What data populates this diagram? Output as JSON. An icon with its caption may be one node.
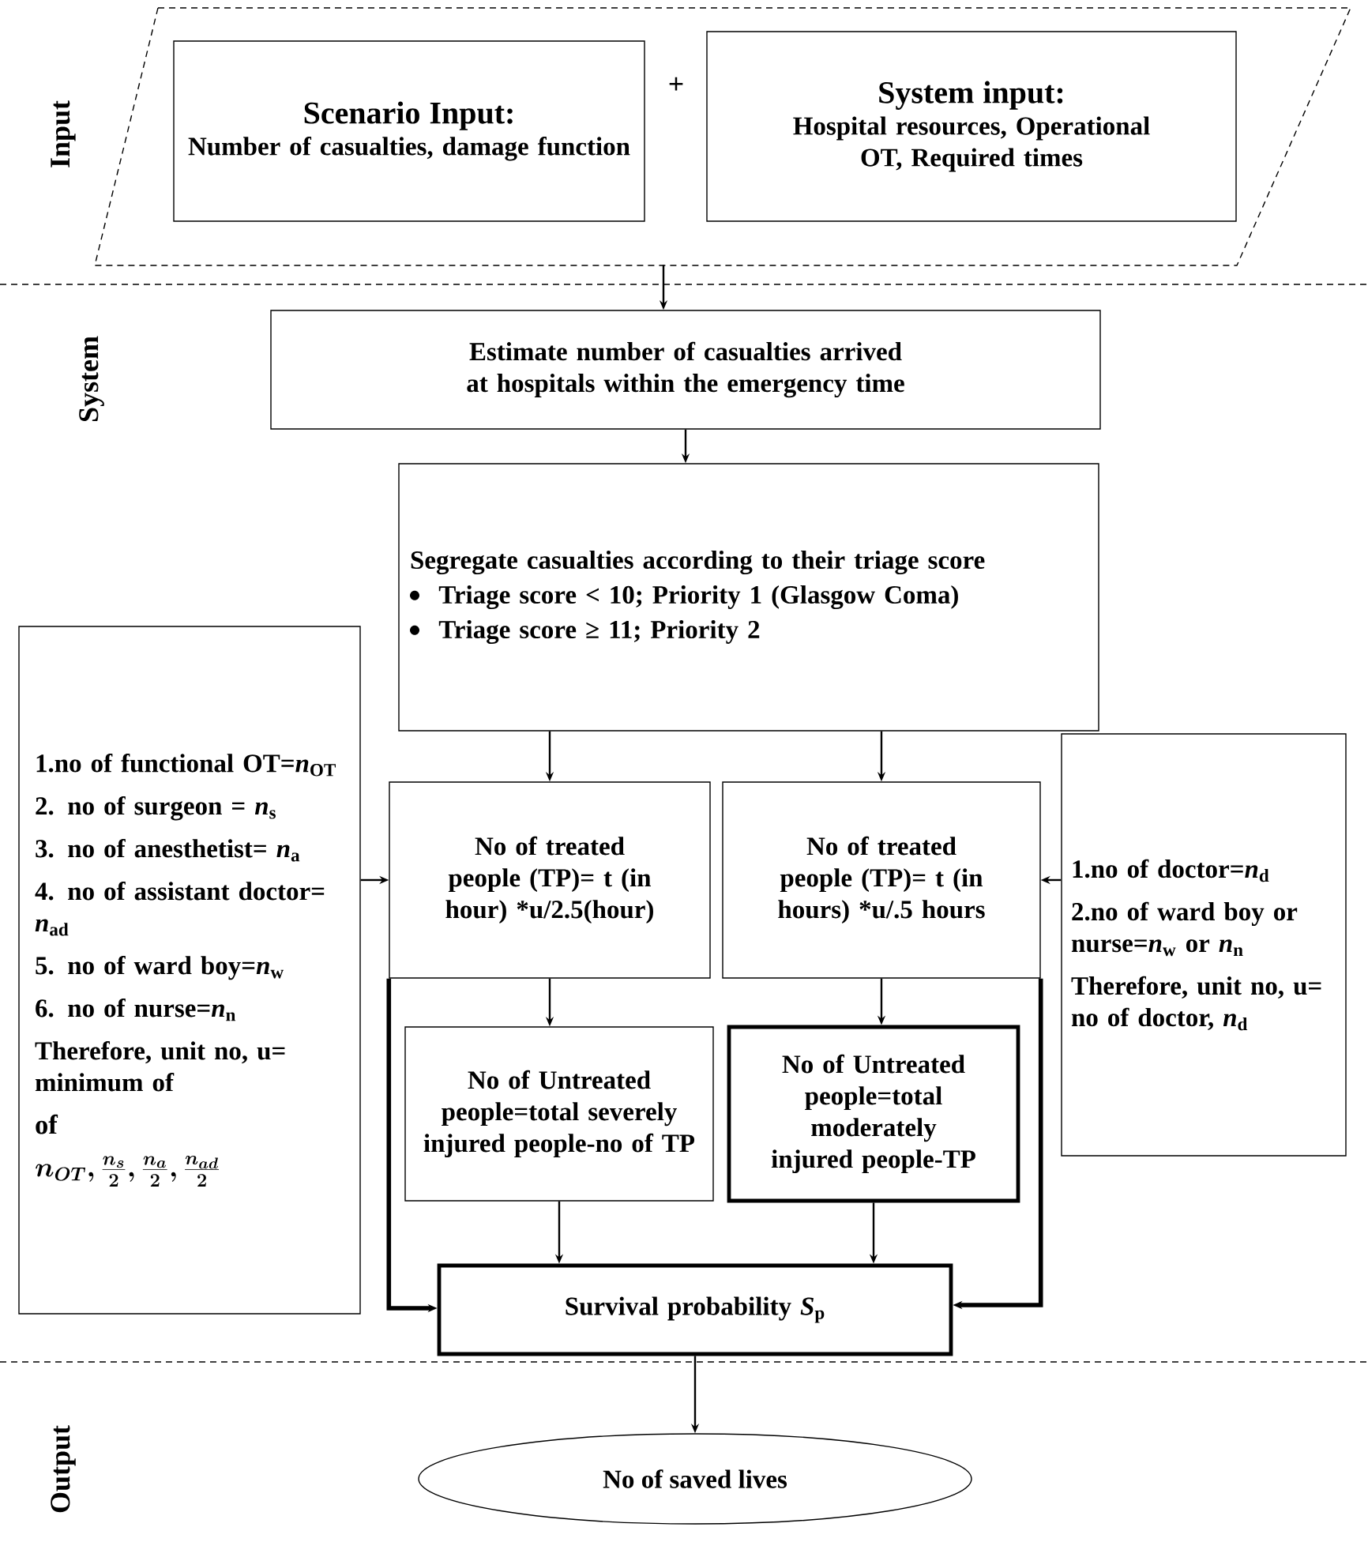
{
  "diagram": {
    "nodes": [
      {
        "text": [],
        "shape": "parallelogram"
      },
      {
        "text": [
          "Scenario Input:",
          "Number of casualties, damage function"
        ],
        "in": 0
      },
      {
        "text": [
          "System input:",
          "Hospital resources, Operational OT, Required times"
        ],
        "in": 0
      },
      {
        "text": [
          "Estimate number of casualties arrived at hospitals within the emergency time"
        ]
      },
      {
        "text": [
          "Segregate casualties according to their triage score",
          "Triage score < 10; Priority 1 (Glasgow Coma)",
          "Triage score ≥ 11; Priority 2"
        ]
      },
      {
        "text": [
          "1.no of functional OT=*n*$_{OT}$",
          "2. no of surgeon = *n*$_{s}$",
          "3. no of anesthetist= *n*$_{a}$",
          "4. no of assistant doctor= *n*$_{ad}$",
          "5. no of ward boy=*n*$_{w}$",
          "6. no of nurse=*n*$_{n}$",
          "Therefore, unit no, u= minimum of",
          "of",
          "n_{OT}, \\frac{n_s}{2}, \\frac{n_a}{2}, \\frac{n_{ad}}{2}"
        ]
      },
      {
        "text": [
          "No of treated people (TP)= t (in hour) *u/2.5(hour)"
        ]
      },
      {
        "text": [
          "No of treated people (TP)= t (in hours) *u/.5 hours"
        ]
      },
      {
        "text": [
          "1.no of doctor=*n*$_{d}$",
          "2.no of ward boy or nurse=*n*$_{w}$ or *n*$_{n}$",
          "Therefore, unit no, u= no of doctor, *n*$_{d}$"
        ]
      },
      {
        "text": [
          "No of Untreated people=total severely injured people-no of TP"
        ]
      },
      {
        "text": [
          "No of Untreated people=total moderately injured people-TP"
        ]
      },
      {
        "text": [
          "Survival probability *S*$_{p}$"
        ]
      },
      {
        "text": [
          "No of saved lives"
        ]
      }
    ],
    "edges": [
      {
        "from": 0,
        "to": 3,
        "arrow": "to"
      },
      {
        "from": 3,
        "to": 4,
        "arrow": "to"
      },
      {
        "from": 4,
        "to": 6,
        "arrow": "to"
      },
      {
        "from": 4,
        "to": 7,
        "arrow": "to"
      },
      {
        "from": 5,
        "to": 6,
        "arrow": "to"
      },
      {
        "from": 8,
        "to": 7,
        "arrow": "to"
      },
      {
        "from": 6,
        "to": 9,
        "arrow": "to"
      },
      {
        "from": 7,
        "to": 10,
        "arrow": "to"
      },
      {
        "from": 9,
        "to": 11,
        "arrow": "to"
      },
      {
        "from": 10,
        "to": 11,
        "arrow": "to"
      },
      {
        "from": 6,
        "to": 11,
        "arrow": "to",
        "style": "thick"
      },
      {
        "from": 7,
        "to": 11,
        "arrow": "to",
        "style": "thick"
      },
      {
        "from": 11,
        "to": 12,
        "arrow": "to"
      }
    ],
    "labels": [
      "Input",
      "+",
      "System",
      "Output"
    ]
  }
}
